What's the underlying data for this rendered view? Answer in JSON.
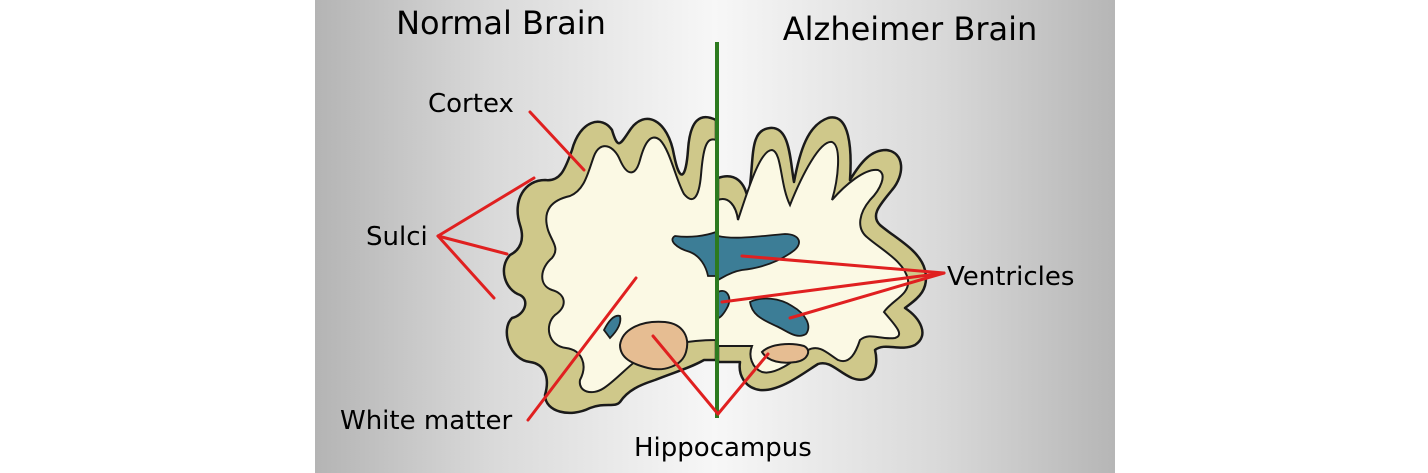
{
  "titles": {
    "normal": "Normal Brain",
    "alzheimer": "Alzheimer Brain"
  },
  "labels": {
    "cortex": "Cortex",
    "sulci": "Sulci",
    "white_matter": "White matter",
    "hippocampus": "Hippocampus",
    "ventricles": "Ventricles"
  },
  "colors": {
    "cortex": "#cfc88a",
    "white_matter": "#fbf9e4",
    "ventricle": "#3c7d96",
    "hippocampus": "#e6bd92",
    "leader_lines": "#e02020",
    "divider": "#2c7a1f",
    "outline": "#1a1a1a"
  }
}
